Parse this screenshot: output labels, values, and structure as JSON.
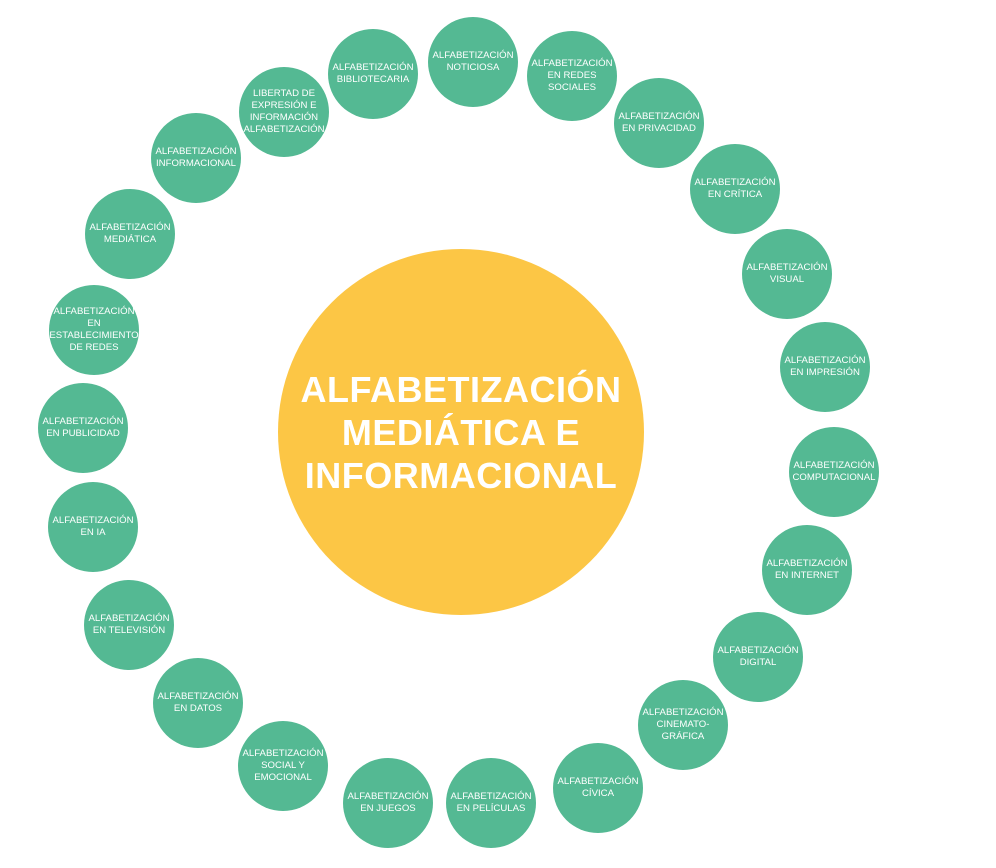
{
  "colors": {
    "center_fill": "#FCC645",
    "node_fill": "#54B993",
    "text": "#FFFFFF"
  },
  "center": {
    "label": "ALFABETIZACIÓN\nMEDIÁTICA E\nINFORMACIONAL"
  },
  "nodes": [
    {
      "label": "ALFABETIZACIÓN\nNOTICIOSA"
    },
    {
      "label": "ALFABETIZACIÓN\nEN REDES\nSOCIALES"
    },
    {
      "label": "ALFABETIZACIÓN\nEN PRIVACIDAD"
    },
    {
      "label": "ALFABETIZACIÓN\nEN CRÍTICA"
    },
    {
      "label": "ALFABETIZACIÓN\nVISUAL"
    },
    {
      "label": "ALFABETIZACIÓN\nEN IMPRESIÓN"
    },
    {
      "label": "ALFABETIZACIÓN\nCOMPUTACIONAL"
    },
    {
      "label": "ALFABETIZACIÓN\nEN INTERNET"
    },
    {
      "label": "ALFABETIZACIÓN\nDIGITAL"
    },
    {
      "label": "ALFABETIZACIÓN\nCINEMATO-\nGRÁFICA"
    },
    {
      "label": "ALFABETIZACIÓN\nCÍVICA"
    },
    {
      "label": "ALFABETIZACIÓN\nEN PELÍCULAS"
    },
    {
      "label": "ALFABETIZACIÓN\nEN JUEGOS"
    },
    {
      "label": "ALFABETIZACIÓN\nSOCIAL Y\nEMOCIONAL"
    },
    {
      "label": "ALFABETIZACIÓN\nEN DATOS"
    },
    {
      "label": "ALFABETIZACIÓN\nEN TELEVISIÓN"
    },
    {
      "label": "ALFABETIZACIÓN\nEN IA"
    },
    {
      "label": "ALFABETIZACIÓN\nEN PUBLICIDAD"
    },
    {
      "label": "ALFABETIZACIÓN\nEN\nESTABLECIMIENTO\nDE REDES"
    },
    {
      "label": "ALFABETIZACIÓN\nMEDIÁTICA"
    },
    {
      "label": "ALFABETIZACIÓN\nINFORMACIONAL"
    },
    {
      "label": "LIBERTAD DE\nEXPRESIÓN E\nINFORMACIÓN\nALFABETIZACIÓN"
    },
    {
      "label": "ALFABETIZACIÓN\nBIBLIOTECARIA"
    }
  ]
}
